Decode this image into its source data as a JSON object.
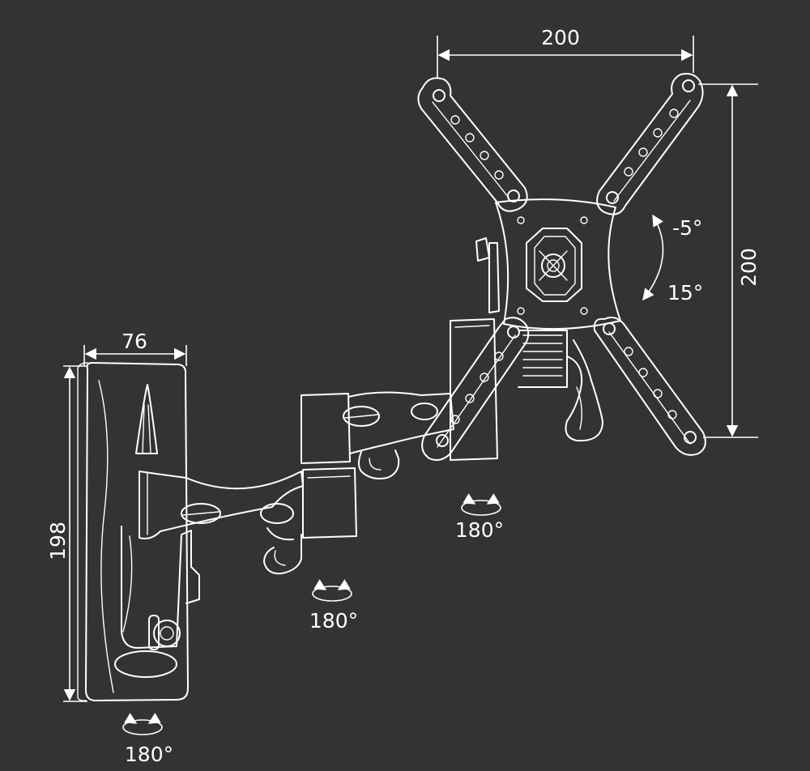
{
  "dimensions": {
    "vesa_width": "200",
    "vesa_height": "200",
    "plate_width": "76",
    "plate_height": "198"
  },
  "tilt": {
    "up": "-5°",
    "down": "15°"
  },
  "swivel": {
    "wall_joint": "180°",
    "middle_joint": "180°",
    "head_joint": "180°"
  },
  "colors": {
    "background": "#333333",
    "line": "#ffffff"
  }
}
